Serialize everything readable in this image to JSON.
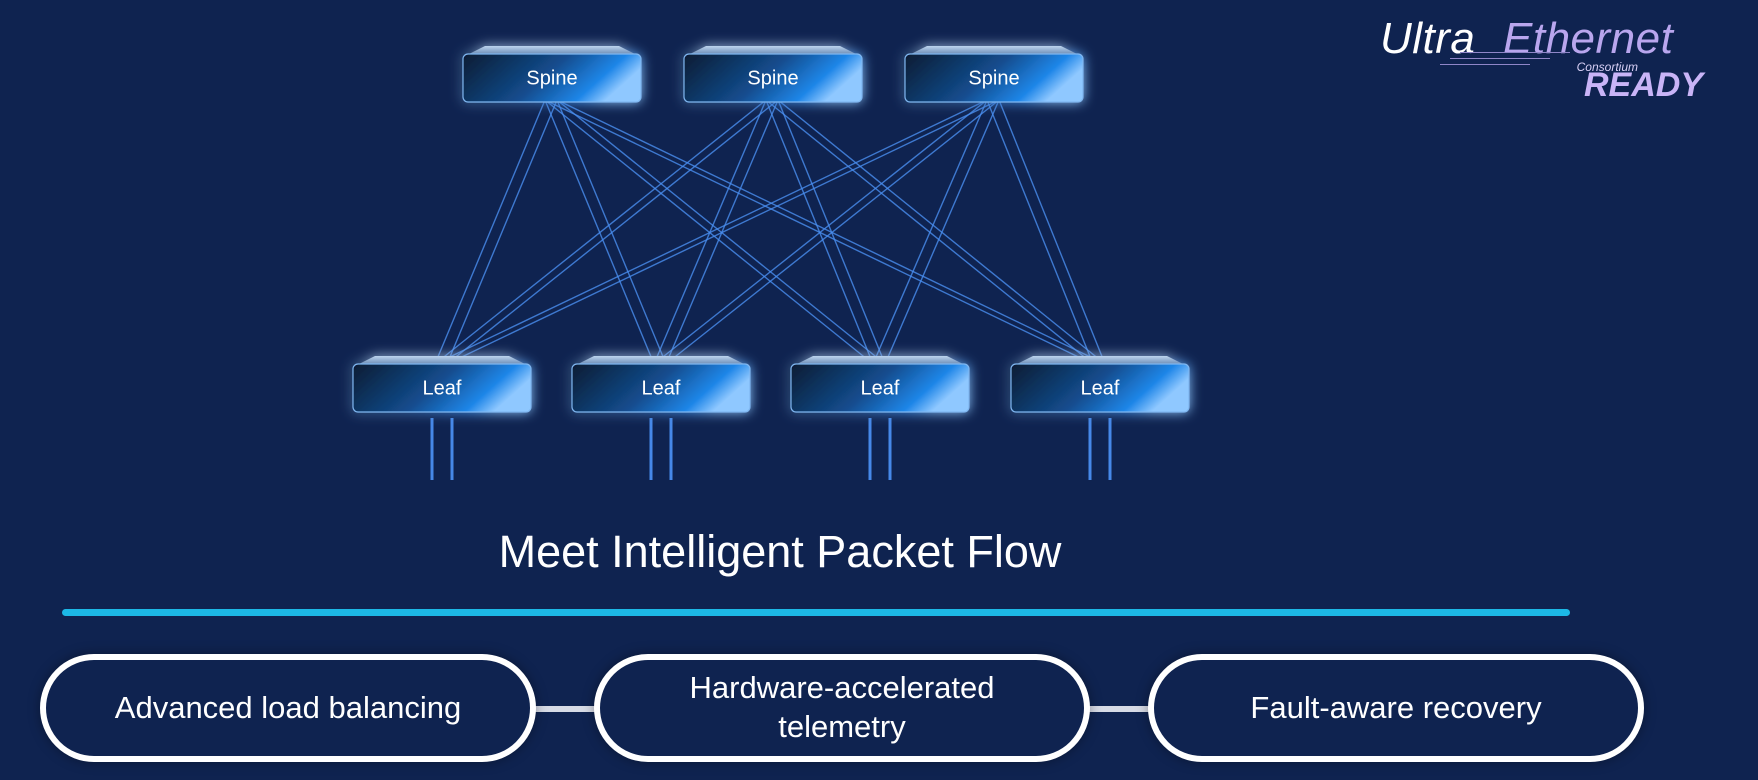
{
  "diagram": {
    "spines": [
      {
        "label": "Spine"
      },
      {
        "label": "Spine"
      },
      {
        "label": "Spine"
      }
    ],
    "leaves": [
      {
        "label": "Leaf"
      },
      {
        "label": "Leaf"
      },
      {
        "label": "Leaf"
      },
      {
        "label": "Leaf"
      }
    ]
  },
  "logo": {
    "brand_part1": "Ultra",
    "brand_part2": "Ethernet",
    "subtitle": "Consortium",
    "badge": "READY"
  },
  "headline": "Meet Intelligent Packet Flow",
  "features": [
    {
      "label": "Advanced load balancing"
    },
    {
      "label": "Hardware-accelerated telemetry"
    },
    {
      "label": "Fault-aware recovery"
    }
  ],
  "colors": {
    "background": "#0f2350",
    "link": "#4a8ef0",
    "accent_line": "#1cb8e6",
    "switch_blue": "#1f86e8",
    "logo_purple": "#c9b4f7"
  }
}
